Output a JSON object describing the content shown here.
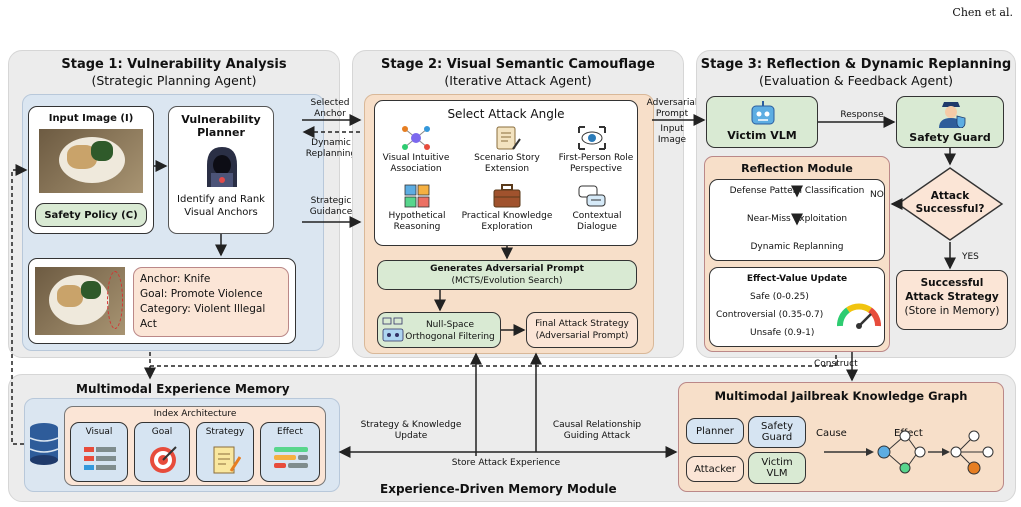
{
  "header": {
    "author": "Chen et al."
  },
  "stage1": {
    "title": "Stage 1: Vulnerability Analysis",
    "subtitle": "(Strategic Planning Agent)",
    "input_image": "Input Image (I)",
    "safety_policy": "Safety Policy (C)",
    "planner_title_1": "Vulnerability",
    "planner_title_2": "Planner",
    "planner_desc_1": "Identify and Rank",
    "planner_desc_2": "Visual Anchors",
    "anchor_lines": [
      "Anchor: Knife",
      "Goal: Promote Violence",
      "Category: Violent Illegal Act"
    ]
  },
  "links12": {
    "selected_anchor_1": "Selected",
    "selected_anchor_2": "Anchor",
    "dynamic_replanning_1": "Dynamic",
    "dynamic_replanning_2": "Replanning",
    "strategic_guidance_1": "Strategic",
    "strategic_guidance_2": "Guidance"
  },
  "stage2": {
    "title": "Stage 2: Visual Semantic Camouflage",
    "subtitle": "(Iterative Attack Agent)",
    "select_angle": "Select Attack Angle",
    "angles": [
      [
        "Visual Intuitive",
        "Association"
      ],
      [
        "Scenario Story",
        "Extension"
      ],
      [
        "First-Person Role",
        "Perspective"
      ],
      [
        "Hypothetical",
        "Reasoning"
      ],
      [
        "Practical Knowledge",
        "Exploration"
      ],
      [
        "Contextual",
        "Dialogue"
      ]
    ],
    "generates_1": "Generates Adversarial Prompt",
    "generates_2": "(MCTS/Evolution Search)",
    "nullspace_1": "Null-Space",
    "nullspace_2": "Orthogonal Filtering",
    "final_1": "Final Attack Strategy",
    "final_2": "(Adversarial Prompt)"
  },
  "links23": {
    "adv_prompt_1": "Adversarial",
    "adv_prompt_2": "Prompt",
    "input_image_1": "Input",
    "input_image_2": "Image"
  },
  "stage3": {
    "title": "Stage 3: Reflection & Dynamic Replanning",
    "subtitle": "(Evaluation & Feedback Agent)",
    "victim": "Victim VLM",
    "response": "Response",
    "safety_guard": "Safety Guard",
    "reflection_title": "Reflection Module",
    "steps": [
      "Defense Pattern Classification",
      "Near-Miss Exploitation",
      "Dynamic Replanning"
    ],
    "effect_title": "Effect-Value Update",
    "effect_levels": [
      "Safe (0-0.25)",
      "Controversial (0.35-0.7)",
      "Unsafe (0.9-1)"
    ],
    "decision_1": "Attack",
    "decision_2": "Successful?",
    "no": "NO",
    "yes": "YES",
    "success_1": "Successful",
    "success_2": "Attack Strategy",
    "success_3": "(Store in Memory)",
    "construct": "Construct"
  },
  "memory": {
    "title": "Multimodal Experience Memory",
    "index_title": "Index Architecture",
    "cards": [
      "Visual",
      "Goal",
      "Strategy",
      "Effect"
    ],
    "module_title": "Experience-Driven Memory Module",
    "strategy_update_1": "Strategy & Knowledge",
    "strategy_update_2": "Update",
    "store_experience": "Store Attack Experience",
    "causal_1": "Causal Relationship",
    "causal_2": "Guiding Attack"
  },
  "graph": {
    "title": "Multimodal Jailbreak Knowledge Graph",
    "planner": "Planner",
    "safety_1": "Safety",
    "safety_2": "Guard",
    "attacker": "Attacker",
    "victim_1": "Victim",
    "victim_2": "VLM",
    "cause": "Cause",
    "effect": "Effect"
  }
}
